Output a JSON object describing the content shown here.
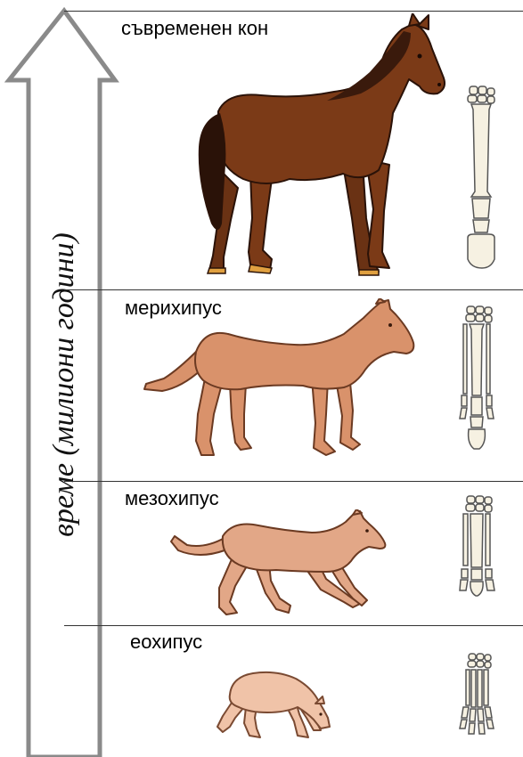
{
  "axis": {
    "label": "време (милиони години)"
  },
  "stages": [
    {
      "name": "съвременен кон",
      "animal_icon": "modern-horse-icon",
      "foot_icon": "single-toe-hoof-icon",
      "color": "#7b3a17"
    },
    {
      "name": "мерихипус",
      "animal_icon": "merychippus-icon",
      "foot_icon": "three-toe-foot-icon",
      "color": "#d9926b"
    },
    {
      "name": "мезохипус",
      "animal_icon": "mesohippus-icon",
      "foot_icon": "three-toe-foot-icon",
      "color": "#e2a787"
    },
    {
      "name": "еохипус",
      "animal_icon": "eohippus-icon",
      "foot_icon": "four-toe-foot-icon",
      "color": "#f0c3a8"
    }
  ],
  "colors": {
    "arrow_fill": "#ffffff",
    "arrow_stroke": "#8a8a8a",
    "bone_fill": "#f6f1e2",
    "bone_stroke": "#555555",
    "mane": "#3a1a0c",
    "hoof": "#e0a040"
  }
}
